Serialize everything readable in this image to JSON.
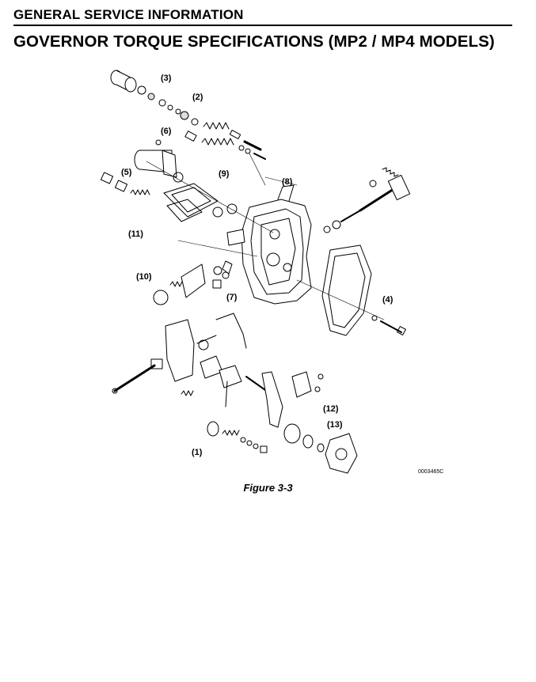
{
  "header": {
    "section": "GENERAL SERVICE INFORMATION",
    "title": "GOVERNOR TORQUE SPECIFICATIONS (MP2 / MP4 MODELS)"
  },
  "figure": {
    "caption": "Figure 3-3",
    "id": "0003465C",
    "part_labels": [
      "(1)",
      "(2)",
      "(3)",
      "(4)",
      "(5)",
      "(6)",
      "(7)",
      "(8)",
      "(9)",
      "(10)",
      "(11)",
      "(12)",
      "(13)"
    ]
  }
}
